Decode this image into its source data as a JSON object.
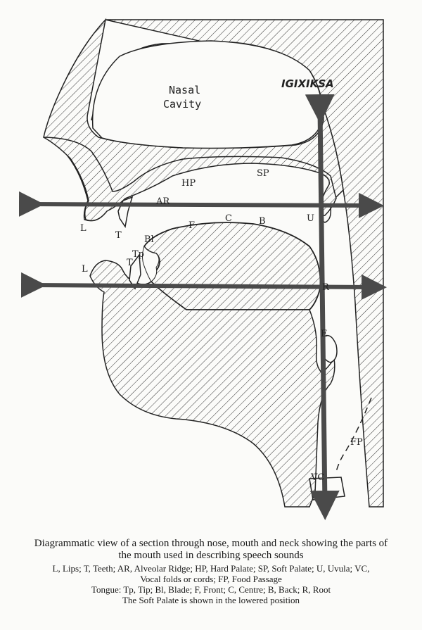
{
  "labels": {
    "nasal_cavity_line1": "Nasal",
    "nasal_cavity_line2": "Cavity",
    "handwritten": "IGIXIKSA",
    "hp": "HP",
    "sp": "SP",
    "ar": "AR",
    "lip_upper": "L",
    "teeth_upper": "T",
    "u": "U",
    "bl": "Bl",
    "f": "F",
    "c": "C",
    "b": "B",
    "tp": "Tp",
    "teeth_lower": "T",
    "lip_lower": "L",
    "r": "R",
    "e": "E",
    "fp": "FP",
    "vc": "VC"
  },
  "caption": {
    "title_line1": "Diagrammatic view of a section through nose, mouth and neck showing the parts of",
    "title_line2": "the mouth used in describing speech sounds",
    "key_line1": "L, Lips; T, Teeth; AR, Alveolar Ridge; HP, Hard Palate; SP, Soft Palate; U, Uvula; VC,",
    "key_line2": "Vocal folds or cords; FP, Food Passage",
    "tongue_line": "Tongue: Tp, Tip; Bl, Blade; F, Front; C, Centre; B, Back; R, Root",
    "note_line": "The Soft Palate is shown in the lowered position"
  },
  "colors": {
    "ink": "#222222",
    "arrow": "#4a4a4a",
    "paper": "#fbfbf9"
  }
}
